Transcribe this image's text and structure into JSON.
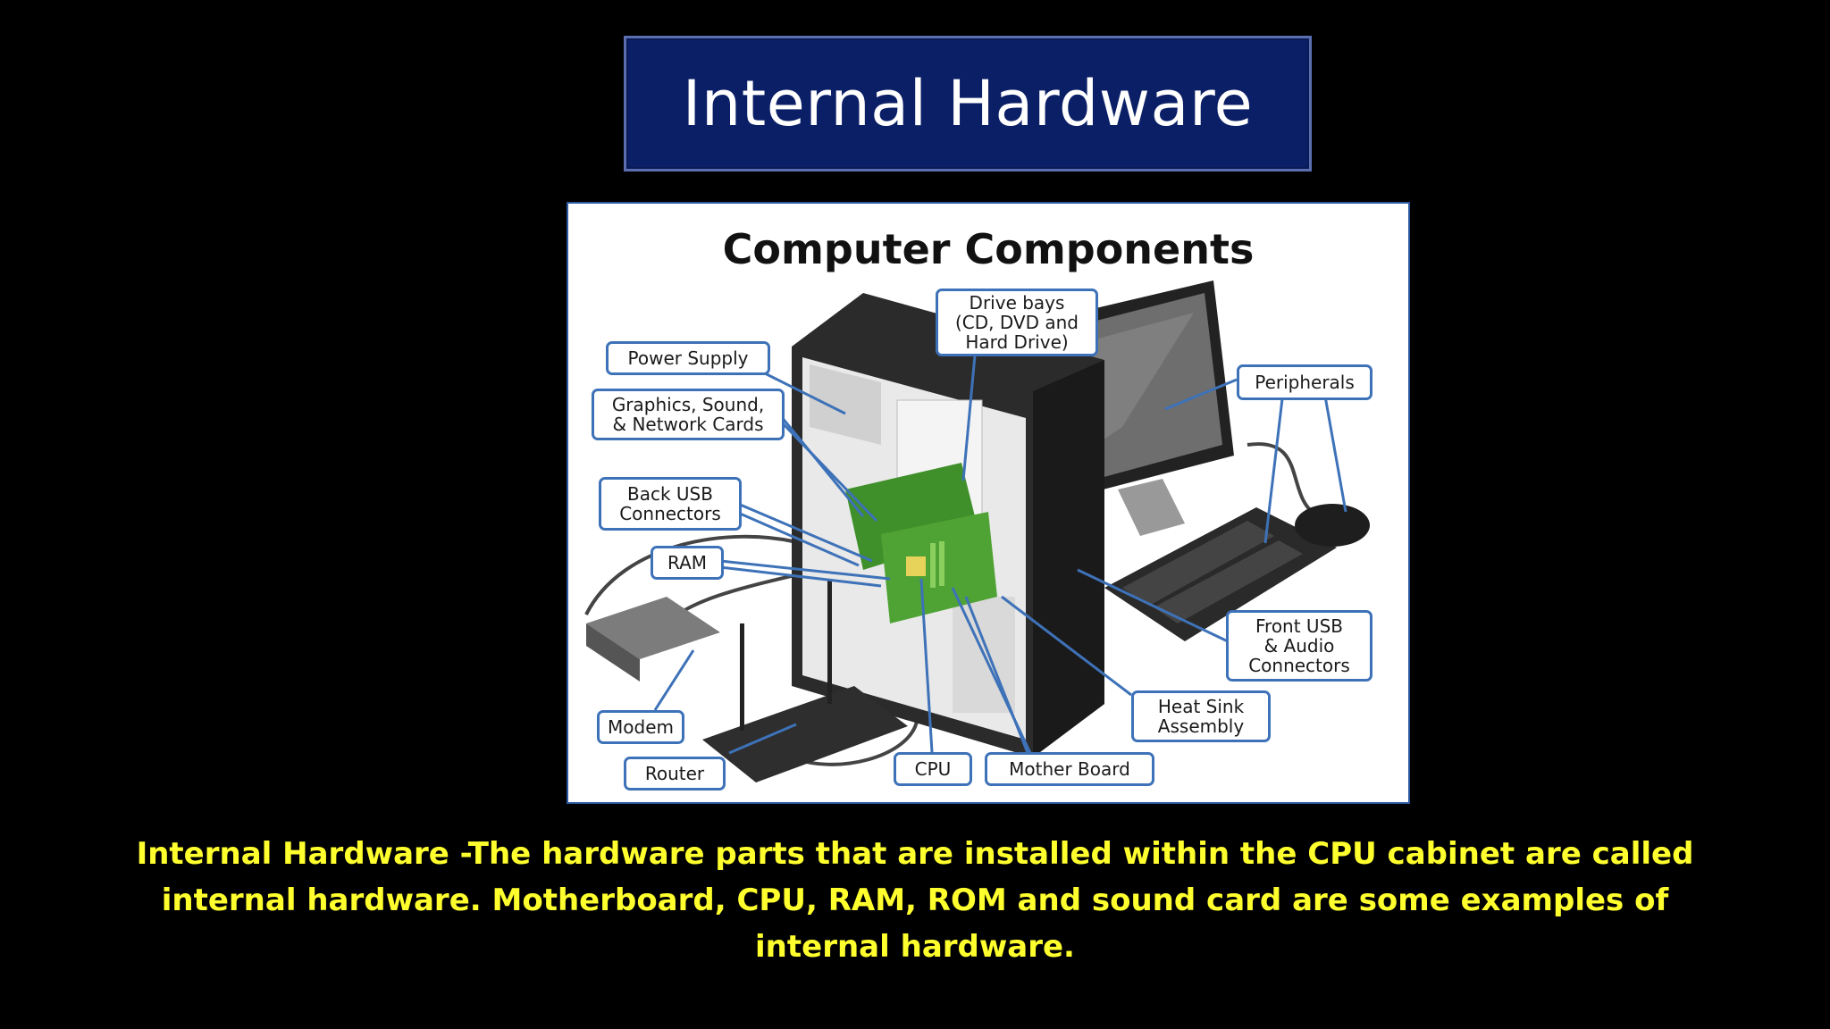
{
  "slide": {
    "title": "Internal Hardware",
    "caption": "Internal Hardware -The hardware parts that are installed within the CPU cabinet are called internal hardware. Motherboard, CPU, RAM, ROM and sound card are some examples of internal hardware."
  },
  "figure": {
    "title": "Computer Components",
    "labels": {
      "drive_bays": "Drive bays\n(CD, DVD and\nHard Drive)",
      "power_supply": "Power Supply",
      "cards": "Graphics, Sound,\n& Network Cards",
      "back_usb": "Back USB\nConnectors",
      "ram": "RAM",
      "modem": "Modem",
      "router": "Router",
      "cpu": "CPU",
      "mother_board": "Mother Board",
      "heat_sink": "Heat Sink\nAssembly",
      "front_usb": "Front USB\n& Audio\nConnectors",
      "peripherals": "Peripherals"
    }
  },
  "colors": {
    "background": "#000000",
    "title_box": "#0b1f66",
    "caption_text": "#ffff2e",
    "callout_border": "#3e72b8"
  }
}
